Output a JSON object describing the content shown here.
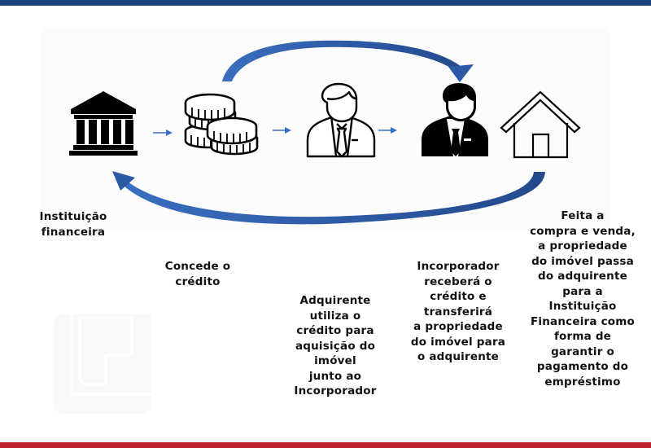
{
  "colors": {
    "top_bar": "#1e4381",
    "bottom_bar": "#c0202e",
    "arrow_blue": "#2d5aa5",
    "small_arrow_blue": "#3a72c8",
    "icon": "#000000",
    "watermark": "#f8f9fb"
  },
  "diagram": {
    "nodes": [
      {
        "id": "instituicao",
        "icon": "bank-icon",
        "label_lines": [
          "Instituição",
          "financeira"
        ]
      },
      {
        "id": "credito",
        "icon": "coins-icon",
        "label_lines": [
          "Concede o",
          "crédito"
        ]
      },
      {
        "id": "adquirente",
        "icon": "person-outline-icon",
        "label_lines": [
          "Adquirente",
          "utiliza o",
          "crédito para",
          "aquisição do",
          "imóvel",
          "junto ao",
          "Incorporador"
        ]
      },
      {
        "id": "incorporador",
        "icon": "person-solid-icon",
        "label_lines": [
          "Incorporador",
          "receberá o",
          "crédito e",
          "transferirá",
          "a propriedade",
          "do imóvel para",
          "o adquirente"
        ]
      },
      {
        "id": "imovel",
        "icon": "house-icon",
        "label_lines": [
          "Feita a",
          "compra e venda,",
          "a propriedade",
          "do imóvel passa",
          "do adquirente",
          "para a",
          "Instituição",
          "Financeira como",
          "forma de",
          "garantir o",
          "pagamento do",
          "empréstimo"
        ]
      }
    ],
    "arrows": [
      {
        "from": "instituicao",
        "to": "credito",
        "type": "small-straight"
      },
      {
        "from": "credito",
        "to": "adquirente",
        "type": "small-straight"
      },
      {
        "from": "adquirente",
        "to": "incorporador",
        "type": "small-straight"
      },
      {
        "from": "credito",
        "to": "incorporador",
        "type": "curved-top"
      },
      {
        "from": "imovel",
        "to": "instituicao",
        "type": "curved-bottom"
      }
    ]
  }
}
